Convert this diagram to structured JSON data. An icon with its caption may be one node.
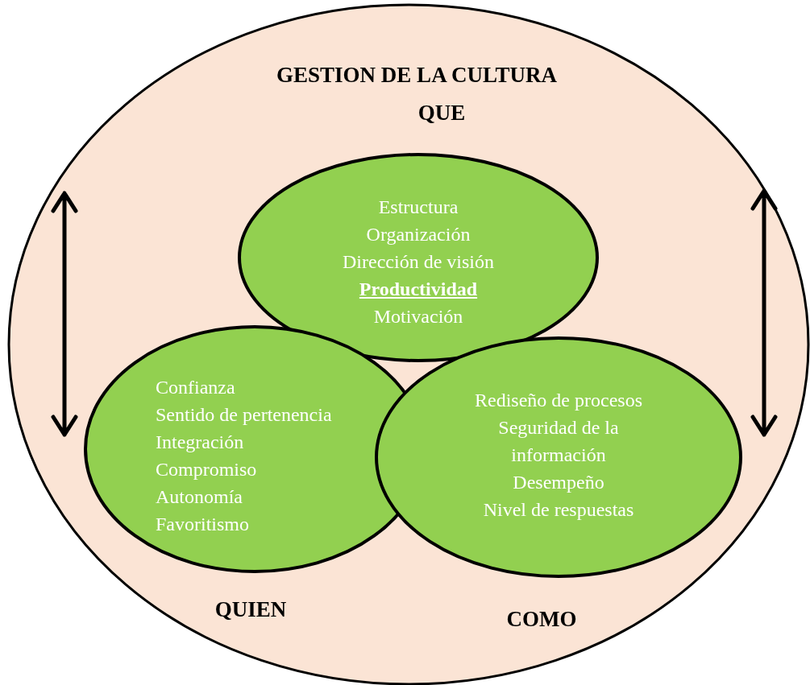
{
  "diagram": {
    "nodes": [
      {
        "text": [
          "GESTION DE LA CULTURA"
        ]
      },
      {
        "text": [
          "QUE",
          "Estructura",
          "Organización",
          "Dirección de visión",
          "Productividad",
          "Motivación"
        ],
        "in": 0
      },
      {
        "text": [
          "Confianza",
          "Sentido de pertenencia",
          "Integración",
          "Compromiso",
          "Autonomía",
          "Favoritismo",
          "QUIEN"
        ],
        "in": 0
      },
      {
        "text": [
          "Rediseño de procesos",
          "Seguridad de la información",
          "Desempeño",
          "Nivel de respuestas",
          "COMO"
        ],
        "in": 0
      }
    ],
    "edges": []
  }
}
